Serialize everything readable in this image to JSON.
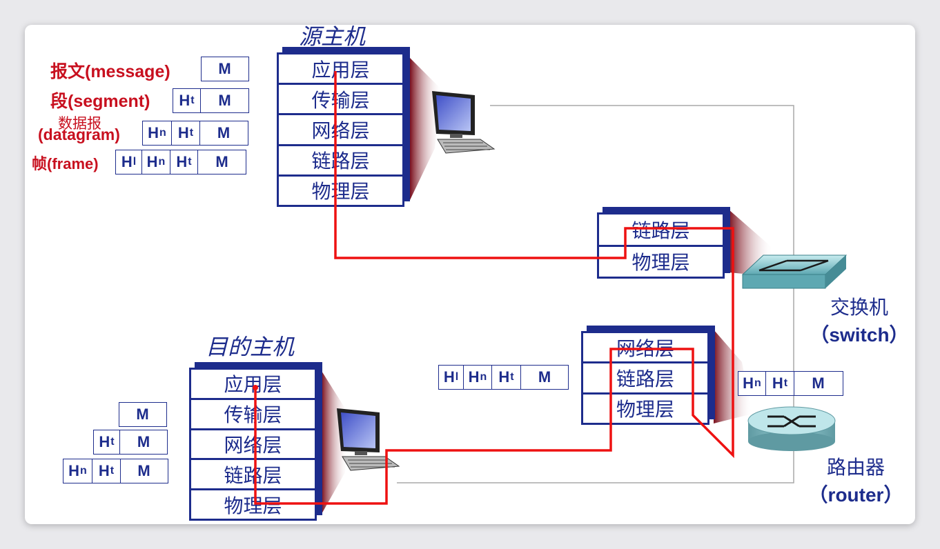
{
  "source_host": {
    "title": "源主机",
    "layers": [
      "应用层",
      "传输层",
      "网络层",
      "链路层",
      "物理层"
    ]
  },
  "dest_host": {
    "title": "目的主机",
    "layers": [
      "应用层",
      "传输层",
      "网络层",
      "链路层",
      "物理层"
    ]
  },
  "switch": {
    "layers": [
      "链路层",
      "物理层"
    ],
    "label": "交换机",
    "sublabel": "（switch）"
  },
  "router": {
    "layers": [
      "网络层",
      "链路层",
      "物理层"
    ],
    "label": "路由器",
    "sublabel": "（router）"
  },
  "unit_labels": {
    "message": "报文(message)",
    "segment": "段(segment)",
    "datagram_cn": "数据报",
    "datagram_en": "(datagram)",
    "frame": "帧(frame)"
  },
  "headers": {
    "M": "M",
    "H": "H",
    "t": "t",
    "n": "n",
    "l": "l"
  },
  "colors": {
    "layer_blue": "#1d2c8c",
    "label_red": "#c8101f",
    "path_red": "#ee1111"
  },
  "icons": [
    "computer-icon",
    "switch-icon",
    "router-icon"
  ]
}
